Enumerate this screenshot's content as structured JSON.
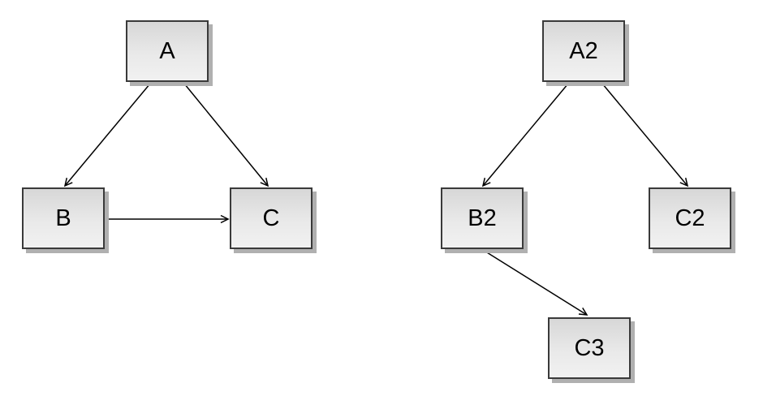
{
  "diagrams": {
    "left": {
      "nodes": [
        {
          "id": "A",
          "label": "A"
        },
        {
          "id": "B",
          "label": "B"
        },
        {
          "id": "C",
          "label": "C"
        }
      ],
      "edges": [
        {
          "from": "A",
          "to": "B"
        },
        {
          "from": "A",
          "to": "C"
        },
        {
          "from": "B",
          "to": "C"
        }
      ]
    },
    "right": {
      "nodes": [
        {
          "id": "A2",
          "label": "A2"
        },
        {
          "id": "B2",
          "label": "B2"
        },
        {
          "id": "C2",
          "label": "C2"
        },
        {
          "id": "C3",
          "label": "C3"
        }
      ],
      "edges": [
        {
          "from": "A2",
          "to": "B2"
        },
        {
          "from": "A2",
          "to": "C2"
        },
        {
          "from": "B2",
          "to": "C3"
        }
      ]
    }
  },
  "colors": {
    "background": "#ffffff",
    "node_fill_top": "#d7d7d7",
    "node_fill_bottom": "#f1f1f1",
    "node_border": "#3a3a3a",
    "node_shadow": "#b0b0b0",
    "edge": "#000000",
    "label_text": "#000000"
  }
}
